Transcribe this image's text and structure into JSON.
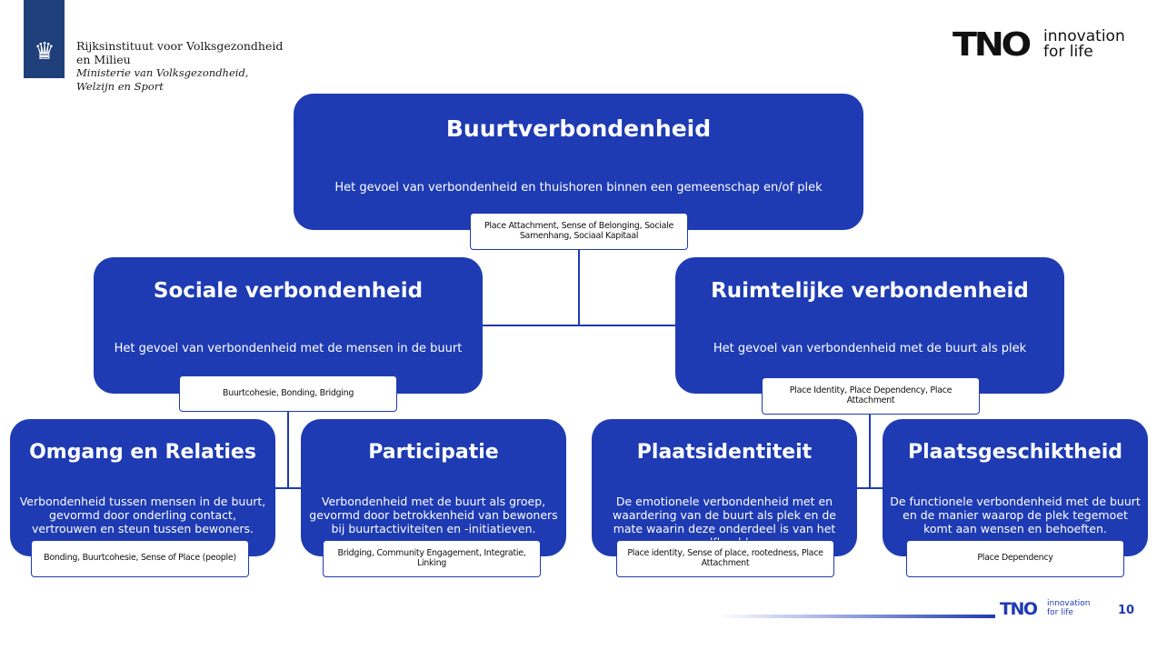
{
  "header": {
    "org_line1": "Rijksinstituut voor Volksgezondheid",
    "org_line2": "en Milieu",
    "ministry_line1": "Ministerie van Volksgezondheid,",
    "ministry_line2": "Welzijn en Sport",
    "tno_logo_text": "TNO",
    "tno_tagline_1": "innovation",
    "tno_tagline_2": "for life"
  },
  "root": {
    "title": "Buurtverbondenheid",
    "description": "Het gevoel van verbondenheid en thuishoren binnen een gemeenschap en/of plek",
    "tag": "Place Attachment, Sense of Belonging, Sociale Samenhang, Sociaal Kapitaal"
  },
  "level2": [
    {
      "title": "Sociale verbondenheid",
      "description": "Het gevoel van verbondenheid met de mensen in de buurt",
      "tag": "Buurtcohesie, Bonding, Bridging"
    },
    {
      "title": "Ruimtelijke verbondenheid",
      "description": "Het gevoel van verbondenheid met de buurt als plek",
      "tag": "Place Identity, Place Dependency, Place Attachment"
    }
  ],
  "level3": [
    {
      "title": "Omgang en Relaties",
      "description": "Verbondenheid tussen mensen in de buurt, gevormd door onderling contact, vertrouwen en steun tussen bewoners.",
      "tag": "Bonding, Buurtcohesie, Sense of Place (people)"
    },
    {
      "title": "Participatie",
      "description": "Verbondenheid met de buurt als groep, gevormd door betrokkenheid van bewoners bij buurtactiviteiten en -initiatieven.",
      "tag": "Bridging, Community Engagement, Integratie, Linking"
    },
    {
      "title": "Plaatsidentiteit",
      "description": "De emotionele verbondenheid met en waardering van de buurt als plek en de mate waarin deze onderdeel is van het zelfbeeld.",
      "tag": "Place identity, Sense of place, rootedness, Place Attachment"
    },
    {
      "title": "Plaatsgeschiktheid",
      "description": "De functionele verbondenheid met de buurt en de manier waarop de plek tegemoet komt aan wensen en behoeften.",
      "tag": "Place Dependency"
    }
  ],
  "footer": {
    "tno_logo_text": "TNO",
    "tno_tagline_1": "innovation",
    "tno_tagline_2": "for life",
    "page_number": "10"
  },
  "colors": {
    "box_blue": "#1e3bb3",
    "rivm_blue": "#1f3f7a"
  }
}
